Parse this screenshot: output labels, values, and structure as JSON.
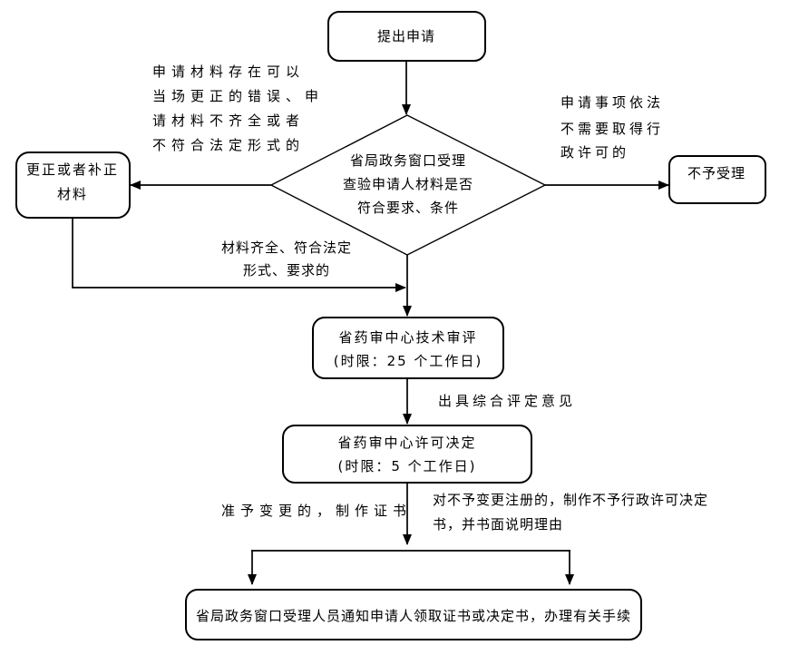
{
  "canvas": {
    "background_color": "#ffffff",
    "line_color": "#000000",
    "box_fill_color": "#ffffff"
  },
  "nodes": {
    "start": {
      "label": "提出申请"
    },
    "decision": {
      "lines": [
        "省局政务窗口受理",
        "查验申请人材料是否",
        "符合要求、条件"
      ]
    },
    "correct": {
      "lines": [
        "更正或者补正",
        "材料"
      ]
    },
    "reject": {
      "label": "不予受理"
    },
    "review": {
      "lines": [
        "省药审中心技术审评",
        "(时限：25 个工作日)"
      ]
    },
    "decide": {
      "lines": [
        "省药审中心许可决定",
        "(时限：5 个工作日)"
      ]
    },
    "notify": {
      "label": "省局政务窗口受理人员通知申请人领取证书或决定书，办理有关手续"
    }
  },
  "annotations": {
    "left_condition": {
      "lines": [
        "申请材料存在可以",
        "当场更正的错误、申",
        "请材料不齐全或者",
        "不符合法定形式的"
      ]
    },
    "right_condition": {
      "lines": [
        "申请事项依法",
        "不需要取得行",
        "政许可的"
      ]
    },
    "pass_condition": {
      "lines": [
        "材料齐全、符合法定",
        "形式、要求的"
      ]
    },
    "opinion": {
      "label": "出具综合评定意见"
    },
    "approve": {
      "label": "准予变更的，制作证书"
    },
    "deny": {
      "lines": [
        "对不予变更注册的，制作不予行政许可决定",
        "书，并书面说明理由"
      ]
    }
  }
}
